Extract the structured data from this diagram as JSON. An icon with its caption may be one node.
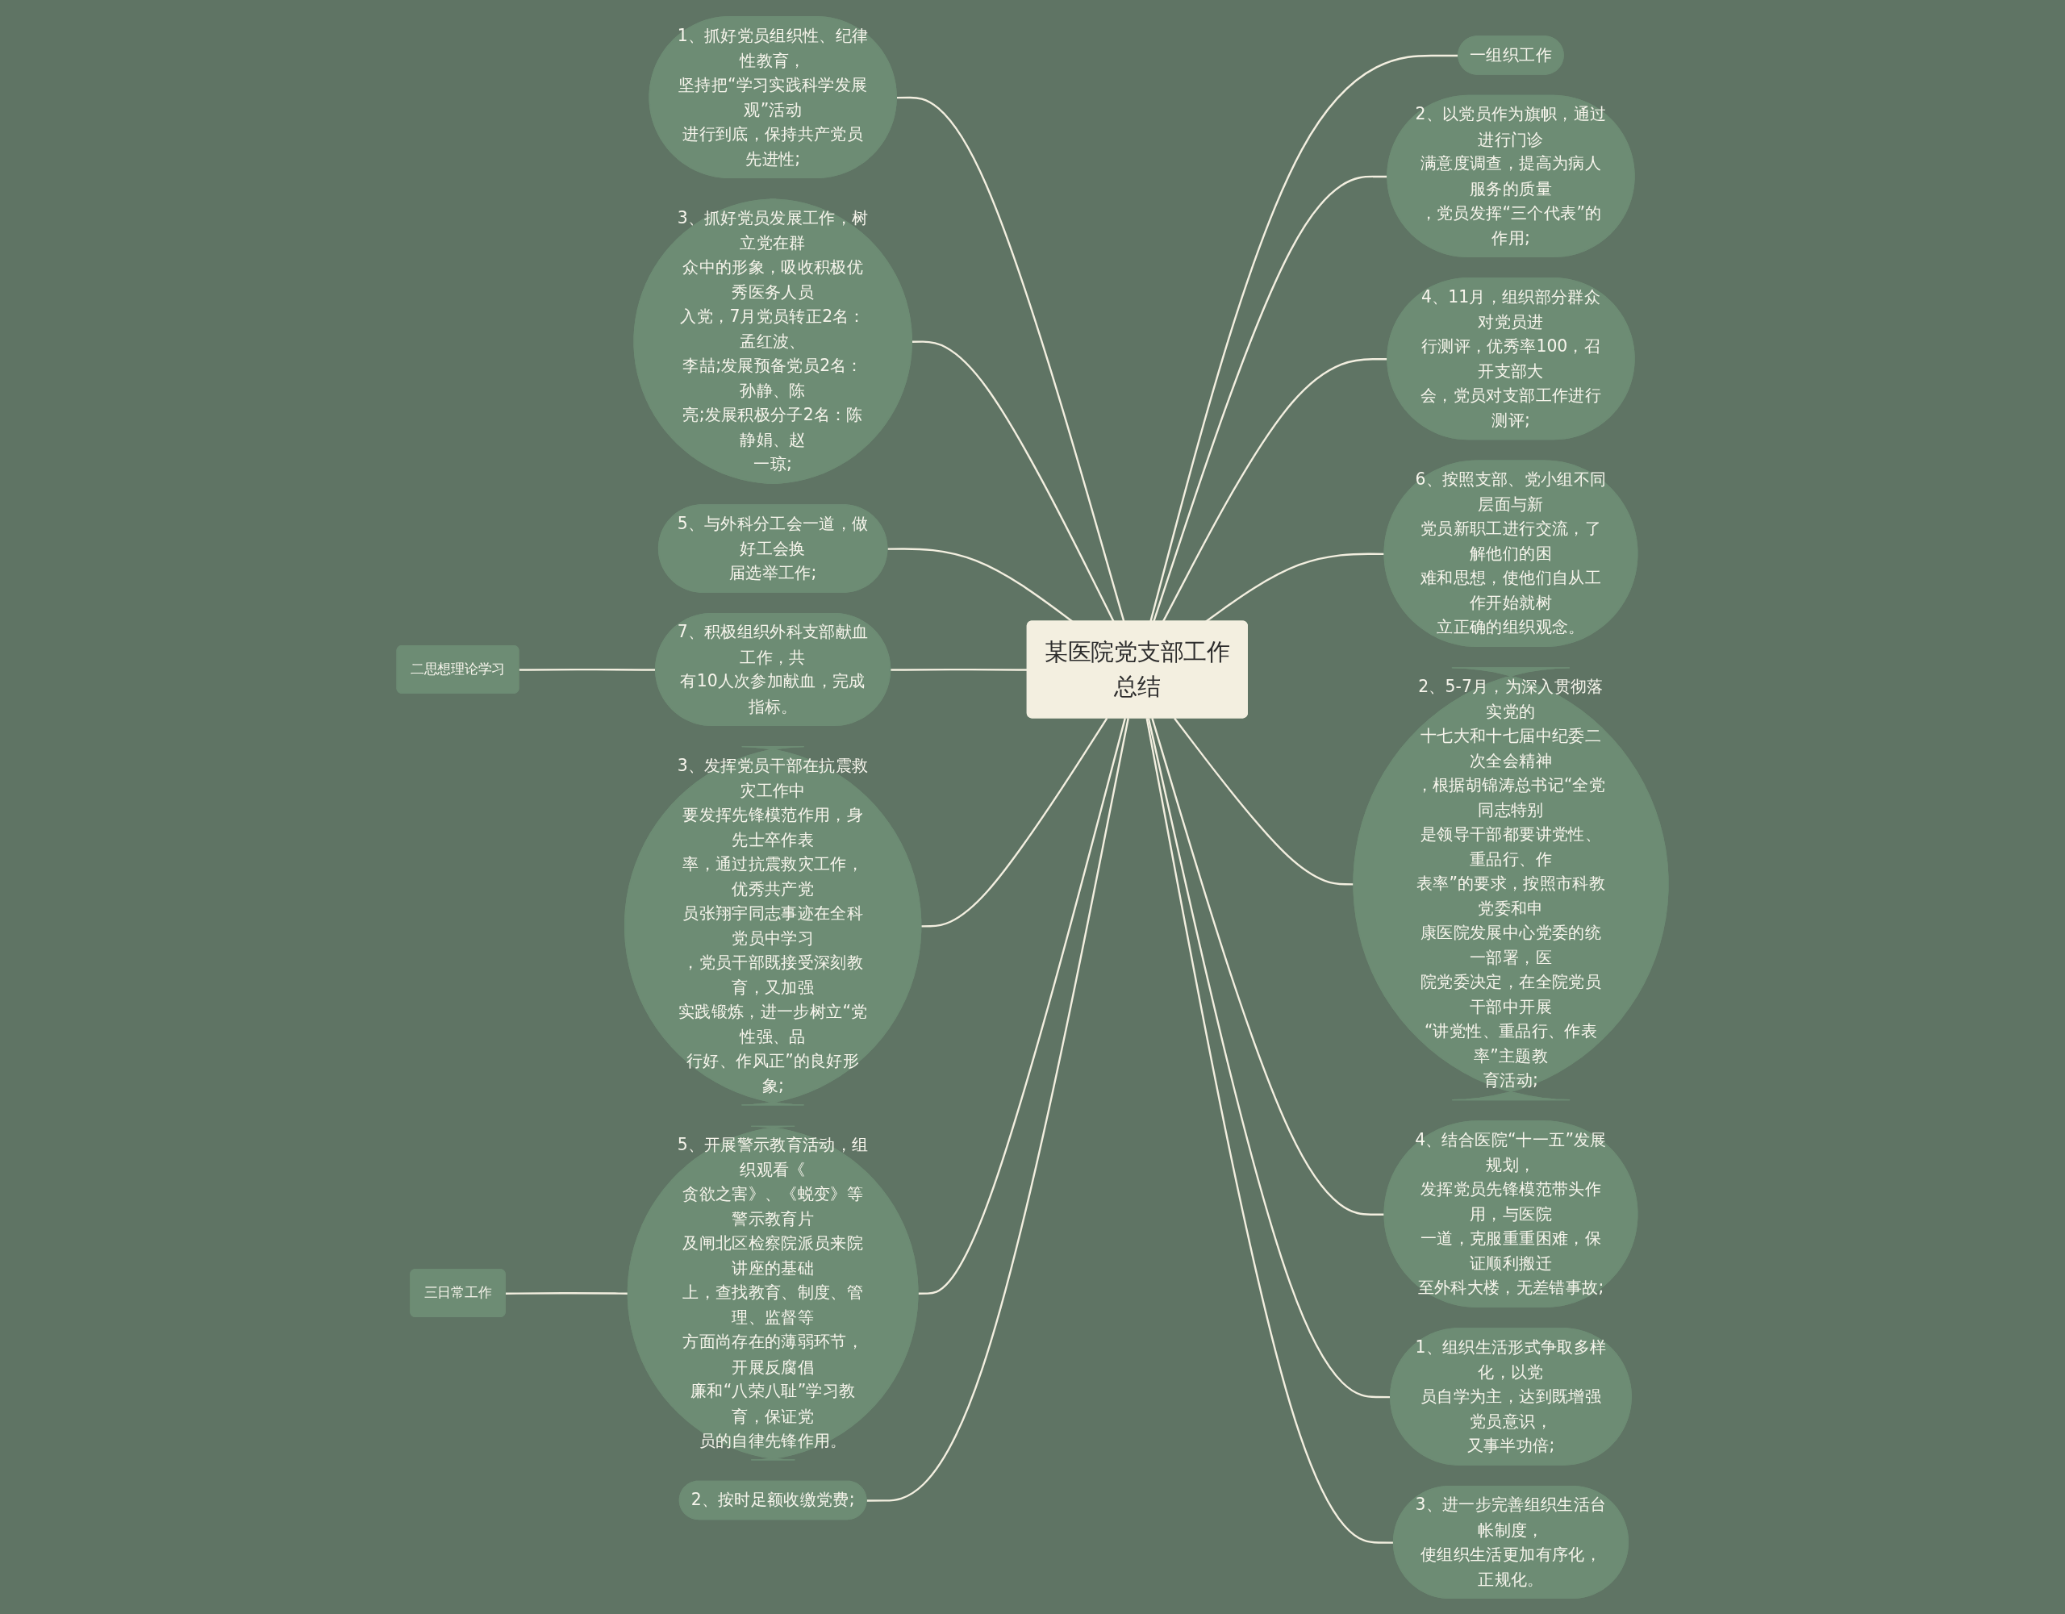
{
  "diagram": {
    "nodes": [
      {
        "text": [
          "某医院党支部工作总结"
        ]
      },
      {
        "text": [
          "一组织工作"
        ]
      },
      {
        "text": [
          "2、以党员作为旗帜，通过进行门诊满意度调查，提高为病人服务的质量，党员发挥“三个代表”的作用;"
        ]
      },
      {
        "text": [
          "4、11月，组织部分群众对党员进行测评，优秀率100，召开支部大会，党员对支部工作进行测评;"
        ]
      },
      {
        "text": [
          "6、按照支部、党小组不同层面与新党员新职工进行交流，了解他们的困难和思想，使他们自从工作开始就树立正确的组织观念。"
        ]
      },
      {
        "text": [
          "2、5-7月，为深入贯彻落实党的十七大和十七届中纪委二次全会精神，根据胡锦涛总书记“全党同志特别是领导干部都要讲党性、重品行、作表率”的要求，按照市科教党委和申康医院发展中心党委的统一部署，医院党委决定，在全院党员干部中开展“讲党性、重品行、作表率”主题教育活动;"
        ]
      },
      {
        "text": [
          "4、结合医院“十一五”发展规划，发挥党员先锋模范带头作用，与医院一道，克服重重困难，保证顺利搬迁至外科大楼，无差错事故;"
        ]
      },
      {
        "text": [
          "1、组织生活形式争取多样化，以党员自学为主，达到既增强党员意识，又事半功倍;"
        ]
      },
      {
        "text": [
          "3、进一步完善组织生活台帐制度，使组织生活更加有序化，正规化。"
        ]
      },
      {
        "text": [
          "1、抓好党员组织性、纪律性教育，坚持把“学习实践科学发展观”活动进行到底，保持共产党员先进性;"
        ]
      },
      {
        "text": [
          "3、抓好党员发展工作，树立党在群众中的形象，吸收积极优秀医务人员入党，7月党员转正2名：孟红波、李喆;发展预备党员2名：孙静、陈亮;发展积极分子2名：陈静娟、赵一琼;"
        ]
      },
      {
        "text": [
          "5、与外科分工会一道，做好工会换届选举工作;"
        ]
      },
      {
        "text": [
          "7、积极组织外科支部献血工作，共有10人次参加献血，完成指标。"
        ]
      },
      {
        "text": [
          "3、发挥党员干部在抗震救灾工作中要发挥先锋模范作用，身先士卒作表率，通过抗震救灾工作，优秀共产党员张翔宇同志事迹在全科党员中学习，党员干部既接受深刻教育，又加强实践锻炼，进一步树立“党性强、品行好、作风正”的良好形象;"
        ]
      },
      {
        "text": [
          "5、开展警示教育活动，组织观看《贪欲之害》、《蜕变》等警示教育片及闸北区检察院派员来院讲座的基础上，查找教育、制度、管理、监督等方面尚存在的薄弱环节，开展反腐倡廉和“八荣八耻”学习教育，保证党员的自律先锋作用。"
        ]
      },
      {
        "text": [
          "2、按时足额收缴党费;"
        ]
      },
      {
        "text": [
          "二思想理论学习"
        ]
      },
      {
        "text": [
          "三日常工作"
        ]
      }
    ],
    "edges": [
      {
        "from": 0,
        "to": 1,
        "arrow": "none"
      },
      {
        "from": 0,
        "to": 2,
        "arrow": "none"
      },
      {
        "from": 0,
        "to": 3,
        "arrow": "none"
      },
      {
        "from": 0,
        "to": 4,
        "arrow": "none"
      },
      {
        "from": 0,
        "to": 5,
        "arrow": "none"
      },
      {
        "from": 0,
        "to": 6,
        "arrow": "none"
      },
      {
        "from": 0,
        "to": 7,
        "arrow": "none"
      },
      {
        "from": 0,
        "to": 8,
        "arrow": "none"
      },
      {
        "from": 0,
        "to": 9,
        "arrow": "none"
      },
      {
        "from": 0,
        "to": 10,
        "arrow": "none"
      },
      {
        "from": 0,
        "to": 11,
        "arrow": "none"
      },
      {
        "from": 0,
        "to": 12,
        "arrow": "none"
      },
      {
        "from": 0,
        "to": 13,
        "arrow": "none"
      },
      {
        "from": 0,
        "to": 14,
        "arrow": "none"
      },
      {
        "from": 0,
        "to": 15,
        "arrow": "none"
      },
      {
        "from": 16,
        "to": 12,
        "arrow": "none"
      },
      {
        "from": 17,
        "to": 14,
        "arrow": "none"
      }
    ]
  }
}
